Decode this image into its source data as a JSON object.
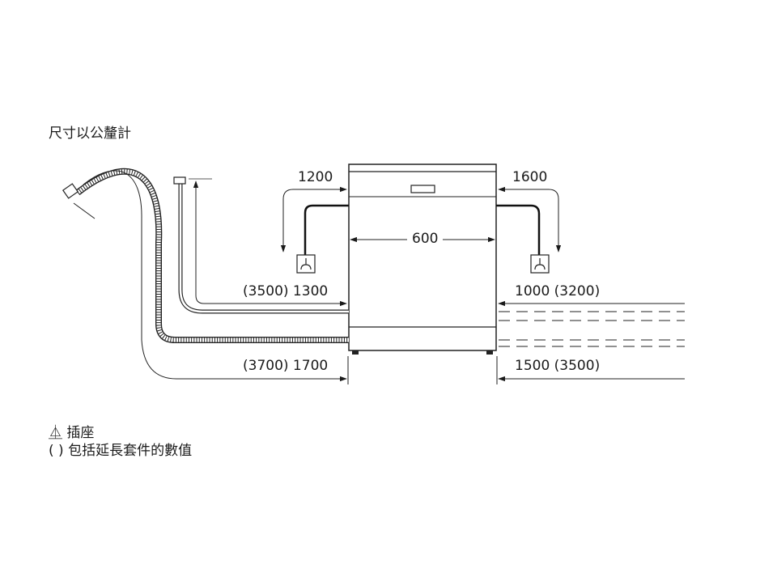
{
  "title": "尺寸以公釐計",
  "dimensions": {
    "left_top": "1200",
    "right_top": "1600",
    "width": "600",
    "left_mid": "(3500) 1300",
    "right_mid": "1000 (3200)",
    "left_bottom": "(3700) 1700",
    "right_bottom": "1500 (3500)"
  },
  "legend": {
    "socket_symbol": "⏅",
    "socket_label": "插座",
    "paren_symbol": "( )",
    "paren_label": "包括延長套件的數值"
  }
}
